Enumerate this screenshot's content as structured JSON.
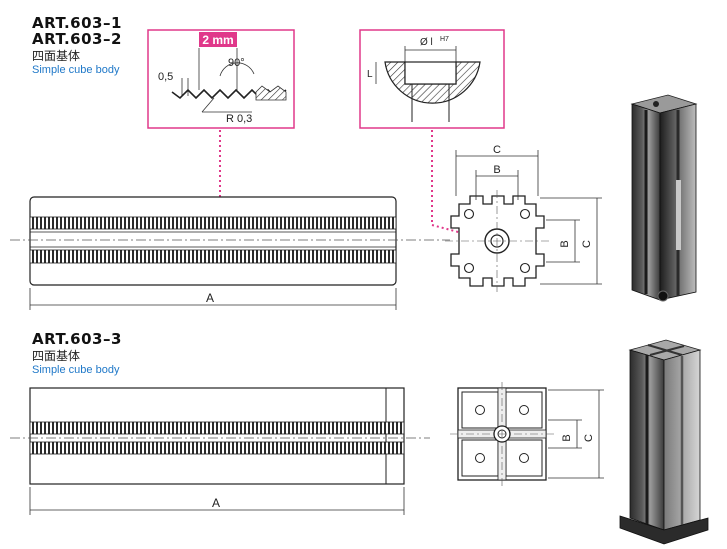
{
  "section1": {
    "title_a": "ART.603–1",
    "title_b": "ART.603–2",
    "subtitle_cn": "四面基体",
    "subtitle_en": "Simple cube body"
  },
  "section2": {
    "title": "ART.603–3",
    "subtitle_cn": "四面基体",
    "subtitle_en": "Simple cube body"
  },
  "detail_serration": {
    "pitch": "2 mm",
    "depth": "0,5",
    "angle": "90°",
    "radius": "R 0,3"
  },
  "detail_bore": {
    "diameter": "Ø l",
    "fit": "H7",
    "length": "L"
  },
  "dims": {
    "a": "A",
    "b": "B",
    "c": "C"
  },
  "colors": {
    "accent": "#e0388a",
    "line": "#222222",
    "subtitle_en": "#1f78c8"
  }
}
